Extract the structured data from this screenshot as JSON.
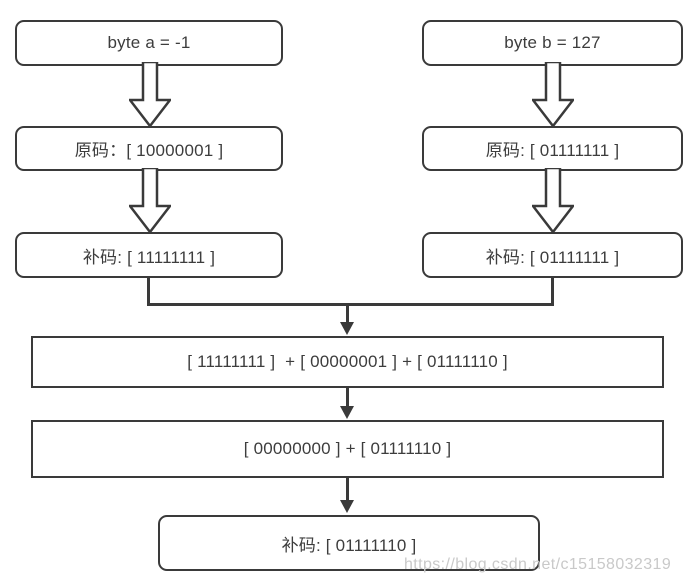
{
  "diagram": {
    "title": "byte addition two's complement flow",
    "colors": {
      "stroke": "#3a3a3a",
      "fill": "#ffffff",
      "text": "#3d3d3d",
      "watermark": "#c9c9c9"
    },
    "nodes": {
      "left_input": "byte a = -1",
      "right_input": "byte b = 127",
      "left_original": "原码：[ 10000001 ]",
      "right_original": "原码: [ 01111111 ]",
      "left_complement": "补码: [ 11111111 ]",
      "right_complement": "补码: [ 01111111 ]",
      "sum_expression": "[ 11111111 ]  + [ 00000001 ] + [ 01111110 ]",
      "sum_reduced": "[ 00000000 ] + [ 01111110 ]",
      "result": "补码: [ 01111110 ]"
    },
    "watermark": "https://blog.csdn.net/c15158032319"
  }
}
